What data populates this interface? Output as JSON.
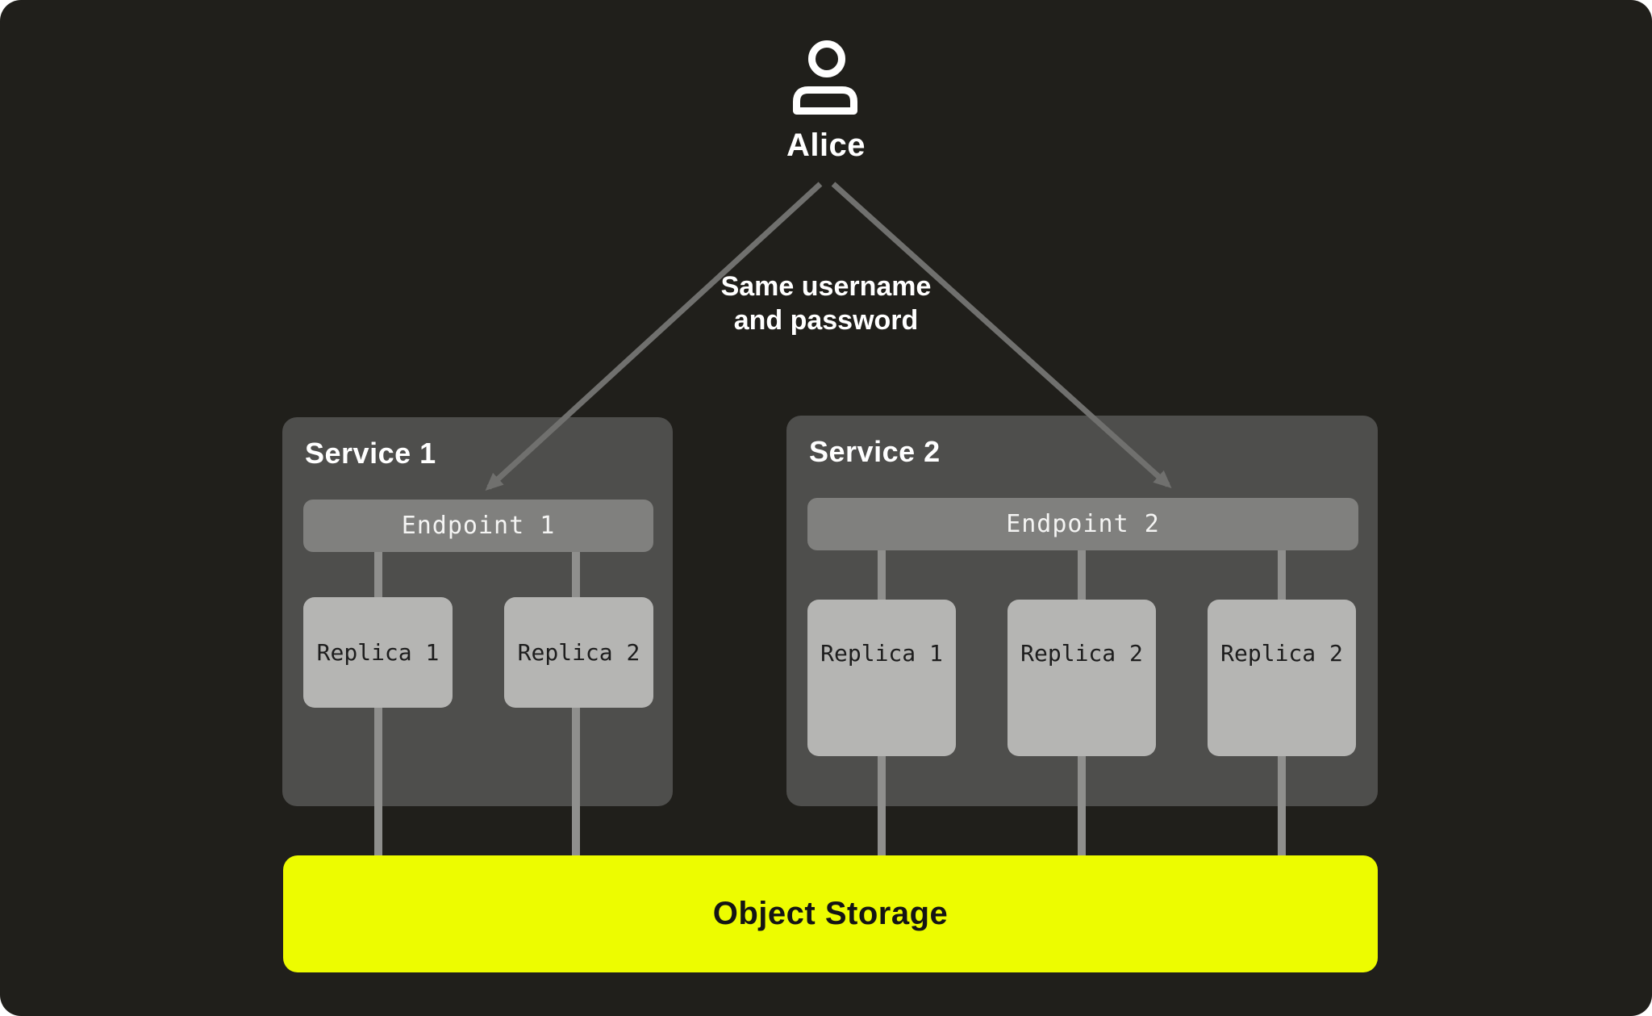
{
  "user": {
    "name": "Alice",
    "icon": "person-icon"
  },
  "annotation": {
    "line1": "Same username",
    "line2": "and password"
  },
  "services": [
    {
      "title": "Service 1",
      "endpoint": "Endpoint 1",
      "replicas": [
        "Replica 1",
        "Replica 2"
      ]
    },
    {
      "title": "Service 2",
      "endpoint": "Endpoint 2",
      "replicas": [
        "Replica 1",
        "Replica 2",
        "Replica 2"
      ]
    }
  ],
  "storage": {
    "label": "Object Storage"
  },
  "colors": {
    "background": "#201f1b",
    "service_box": "#4e4e4c",
    "endpoint_bar": "#80807e",
    "replica_box": "#b5b5b3",
    "connector_line": "#8f8f8d",
    "arrow": "#70706e",
    "storage_bar": "#edfc00",
    "text_light": "#ffffff",
    "text_dark": "#1d1d1d"
  }
}
